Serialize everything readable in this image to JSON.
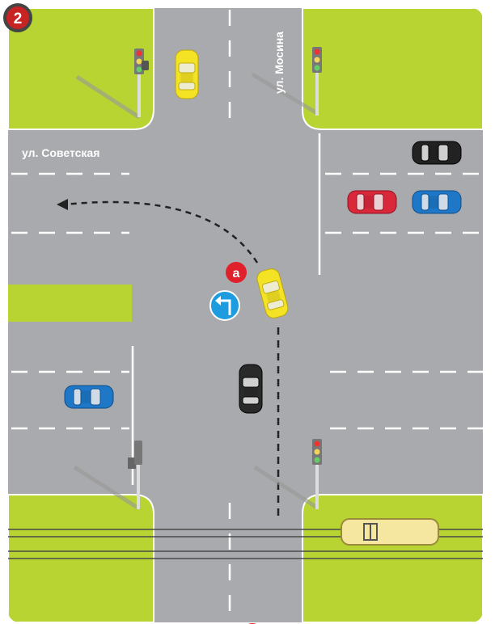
{
  "scene_number": "2",
  "street_horizontal": "ул. Советская",
  "street_vertical": "ул. Мосина",
  "marker_label": "a",
  "sign": "turn-left-sign",
  "colors": {
    "grass": "#b7d433",
    "road": "#a9aaad",
    "badge": "#d62b2b",
    "sign": "#1e9ce0"
  }
}
